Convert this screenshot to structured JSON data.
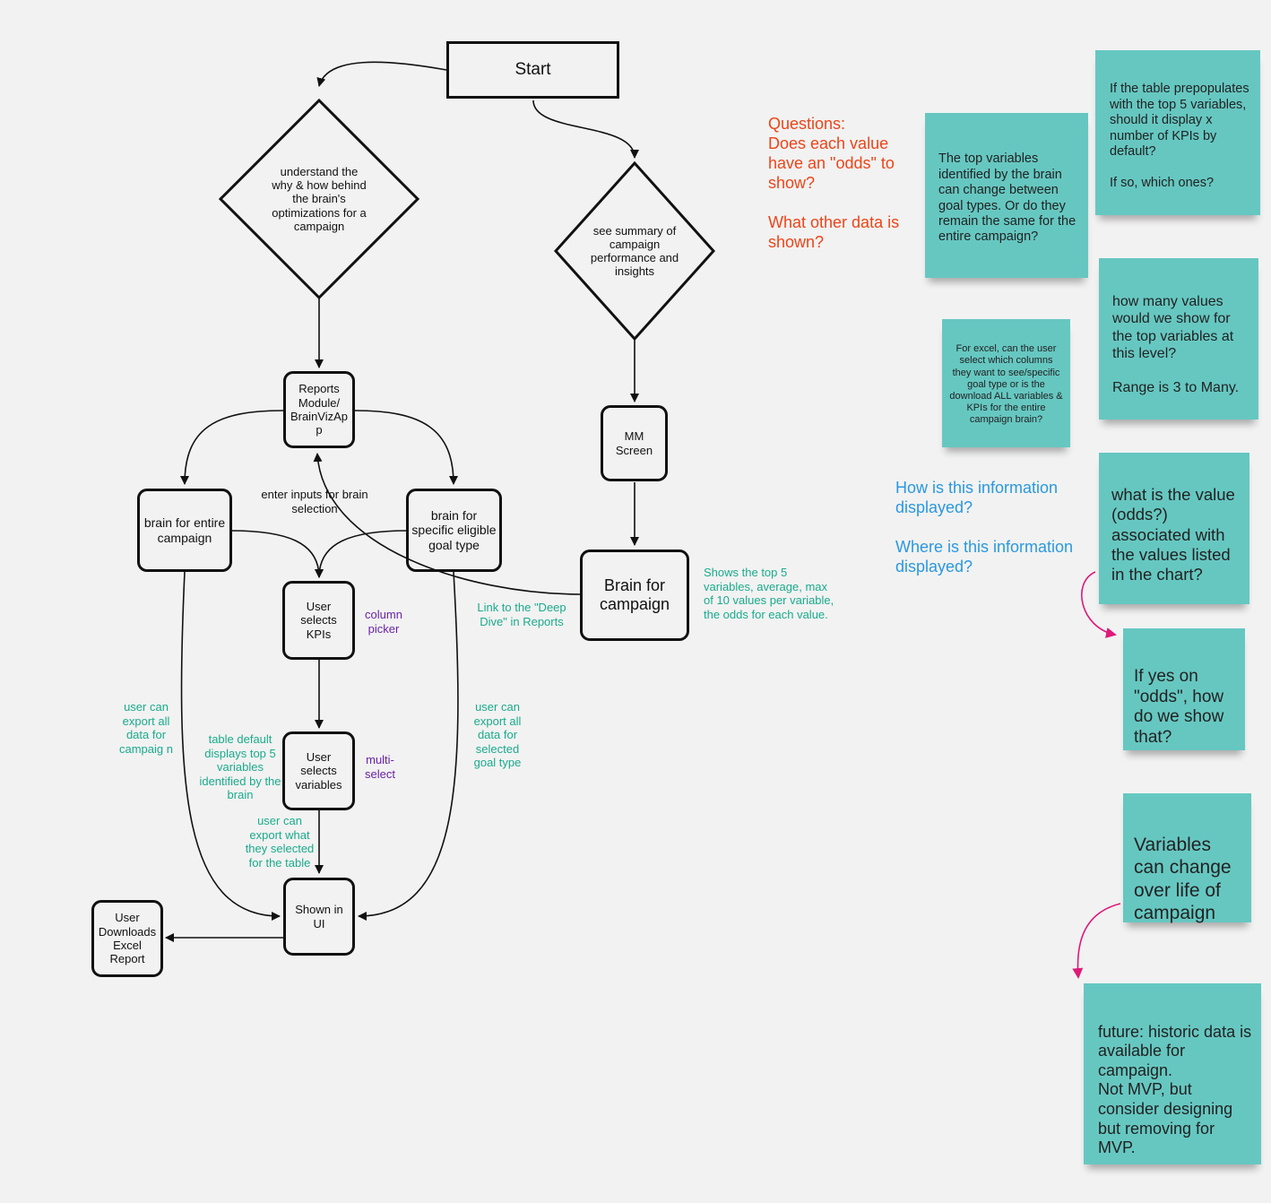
{
  "nodes": {
    "start": "Start",
    "understand": "understand the why & how behind the brain's optimizations for a campaign",
    "see_summary": "see summary of campaign performance and insights",
    "reports_module": "Reports Module/ BrainVizAp p",
    "mm_screen": "MM Screen",
    "brain_entire": "brain for entire campaign",
    "brain_specific": "brain for specific eligible goal type",
    "brain_for_campaign": "Brain for campaign",
    "user_kpis": "User selects KPIs",
    "user_variables": "User selects variables",
    "shown_ui": "Shown in UI",
    "user_downloads": "User Downloads Excel Report"
  },
  "labels": {
    "enter_inputs": "enter inputs for brain selection",
    "column_picker": "column picker",
    "multi_select": "multi- select",
    "link_deep_dive": "Link to the \"Deep Dive\" in Reports",
    "shows_top5": "Shows the top 5 variables, average, max of 10 values per variable,  the odds for each value.",
    "export_all_campaign": "user can export all data for campaig n",
    "export_all_goal": "user can export all data for selected goal type",
    "table_default": "table default displays  top 5 variables identified by the brain",
    "export_selected": "user can export  what they selected for the table"
  },
  "questions": {
    "red": "Questions:\nDoes each value have an \"odds\" to show?\n\nWhat other data is shown?",
    "blue": "How is this information displayed?\n\nWhere is this information displayed?"
  },
  "stickies": {
    "top_variables": "The top variables identified by the brain can change between goal types. Or do they remain the same for the entire campaign?",
    "table_prepopulates": "If the table prepopulates with the top 5 variables, should it display x number of KPIs by default?\n\nIf so, which ones?",
    "excel": "For excel, can the user select which columns they want to see/specific goal type or is the download ALL variables & KPIs for the entire campaign brain?",
    "how_many": "how many values would we show for the top variables at this level?\n\nRange is 3 to Many.",
    "what_value": "what is the value (odds?) associated with the values listed in the chart?",
    "if_yes": "If yes on \"odds\", how do we show that?",
    "variables_change": "Variables can change over life of campaign",
    "future": "future: historic data is available for campaign.\n Not MVP, but consider designing but removing for MVP."
  },
  "colors": {
    "sticky": "#66c7c1",
    "teal_text": "#1aab8c",
    "purple_text": "#6a22a6",
    "red_text": "#ee4418",
    "blue_text": "#2a98e0",
    "magenta_arrow": "#e0197a"
  }
}
